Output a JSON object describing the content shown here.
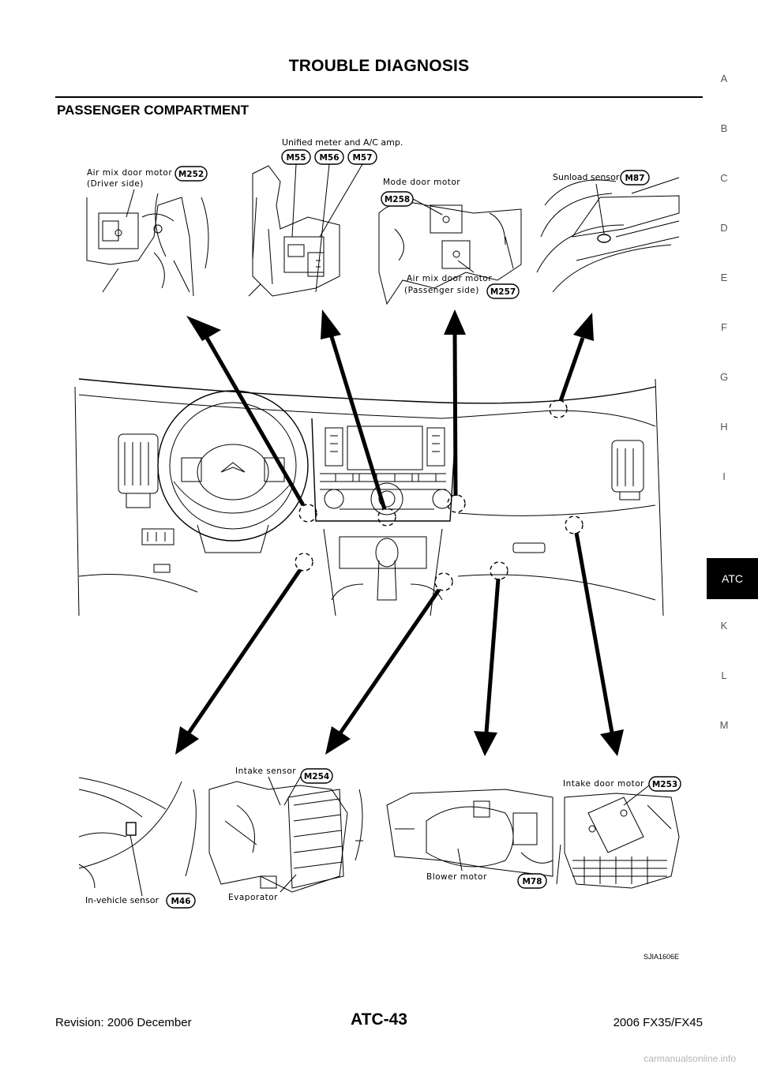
{
  "header": {
    "title": "TROUBLE DIAGNOSIS"
  },
  "section": {
    "title": "PASSENGER COMPARTMENT"
  },
  "side_index": {
    "letters": [
      "A",
      "B",
      "C",
      "D",
      "E",
      "F",
      "G",
      "H",
      "I"
    ],
    "active": "ATC",
    "letters_after": [
      "K",
      "L",
      "M"
    ]
  },
  "diagram": {
    "labels": {
      "unified_meter": "Unified meter and A/C amp.",
      "air_mix_driver_line1": "Air mix door motor",
      "air_mix_driver_line2": "(Driver side)",
      "mode_door_motor": "Mode door motor",
      "sunload_sensor": "Sunload sensor",
      "air_mix_pass_line1": "Air mix door motor",
      "air_mix_pass_line2": "(Passenger side)",
      "intake_sensor": "Intake sensor",
      "intake_door_motor": "Intake door motor",
      "in_vehicle_sensor": "In-vehicle sensor",
      "evaporator": "Evaporator",
      "blower_motor": "Blower motor"
    },
    "connectors": {
      "m55": "M55",
      "m56": "M56",
      "m57": "M57",
      "m252": "M252",
      "m258": "M258",
      "m87": "M87",
      "m257": "M257",
      "m254": "M254",
      "m253": "M253",
      "m46": "M46",
      "m78": "M78"
    },
    "figure_code": "SJIA1606E"
  },
  "footer": {
    "revision": "Revision: 2006 December",
    "page": "ATC-43",
    "model": "2006 FX35/FX45"
  },
  "watermark": "carmanualsonline.info"
}
